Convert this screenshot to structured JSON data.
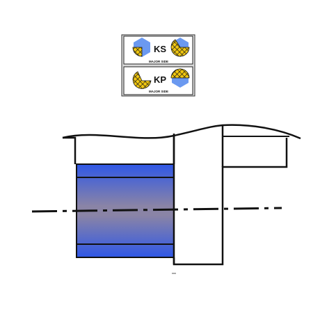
{
  "legend": {
    "rows": [
      {
        "code": "KS",
        "side_label": "MAJOR SIDE"
      },
      {
        "code": "KP",
        "side_label": "MAJOR SIDE"
      }
    ]
  },
  "colors": {
    "hexagon": "#6b99f0",
    "hatch_fill": "#f2c80f",
    "hatch_line": "#1a1a1a",
    "band_blue": "#2f57e6",
    "gradient_mid": "#8a84a6",
    "outline": "#111111",
    "legend_bg": "#d9d9d9"
  },
  "icons": [
    "hexagon-icon",
    "hatched-pie-icon"
  ]
}
